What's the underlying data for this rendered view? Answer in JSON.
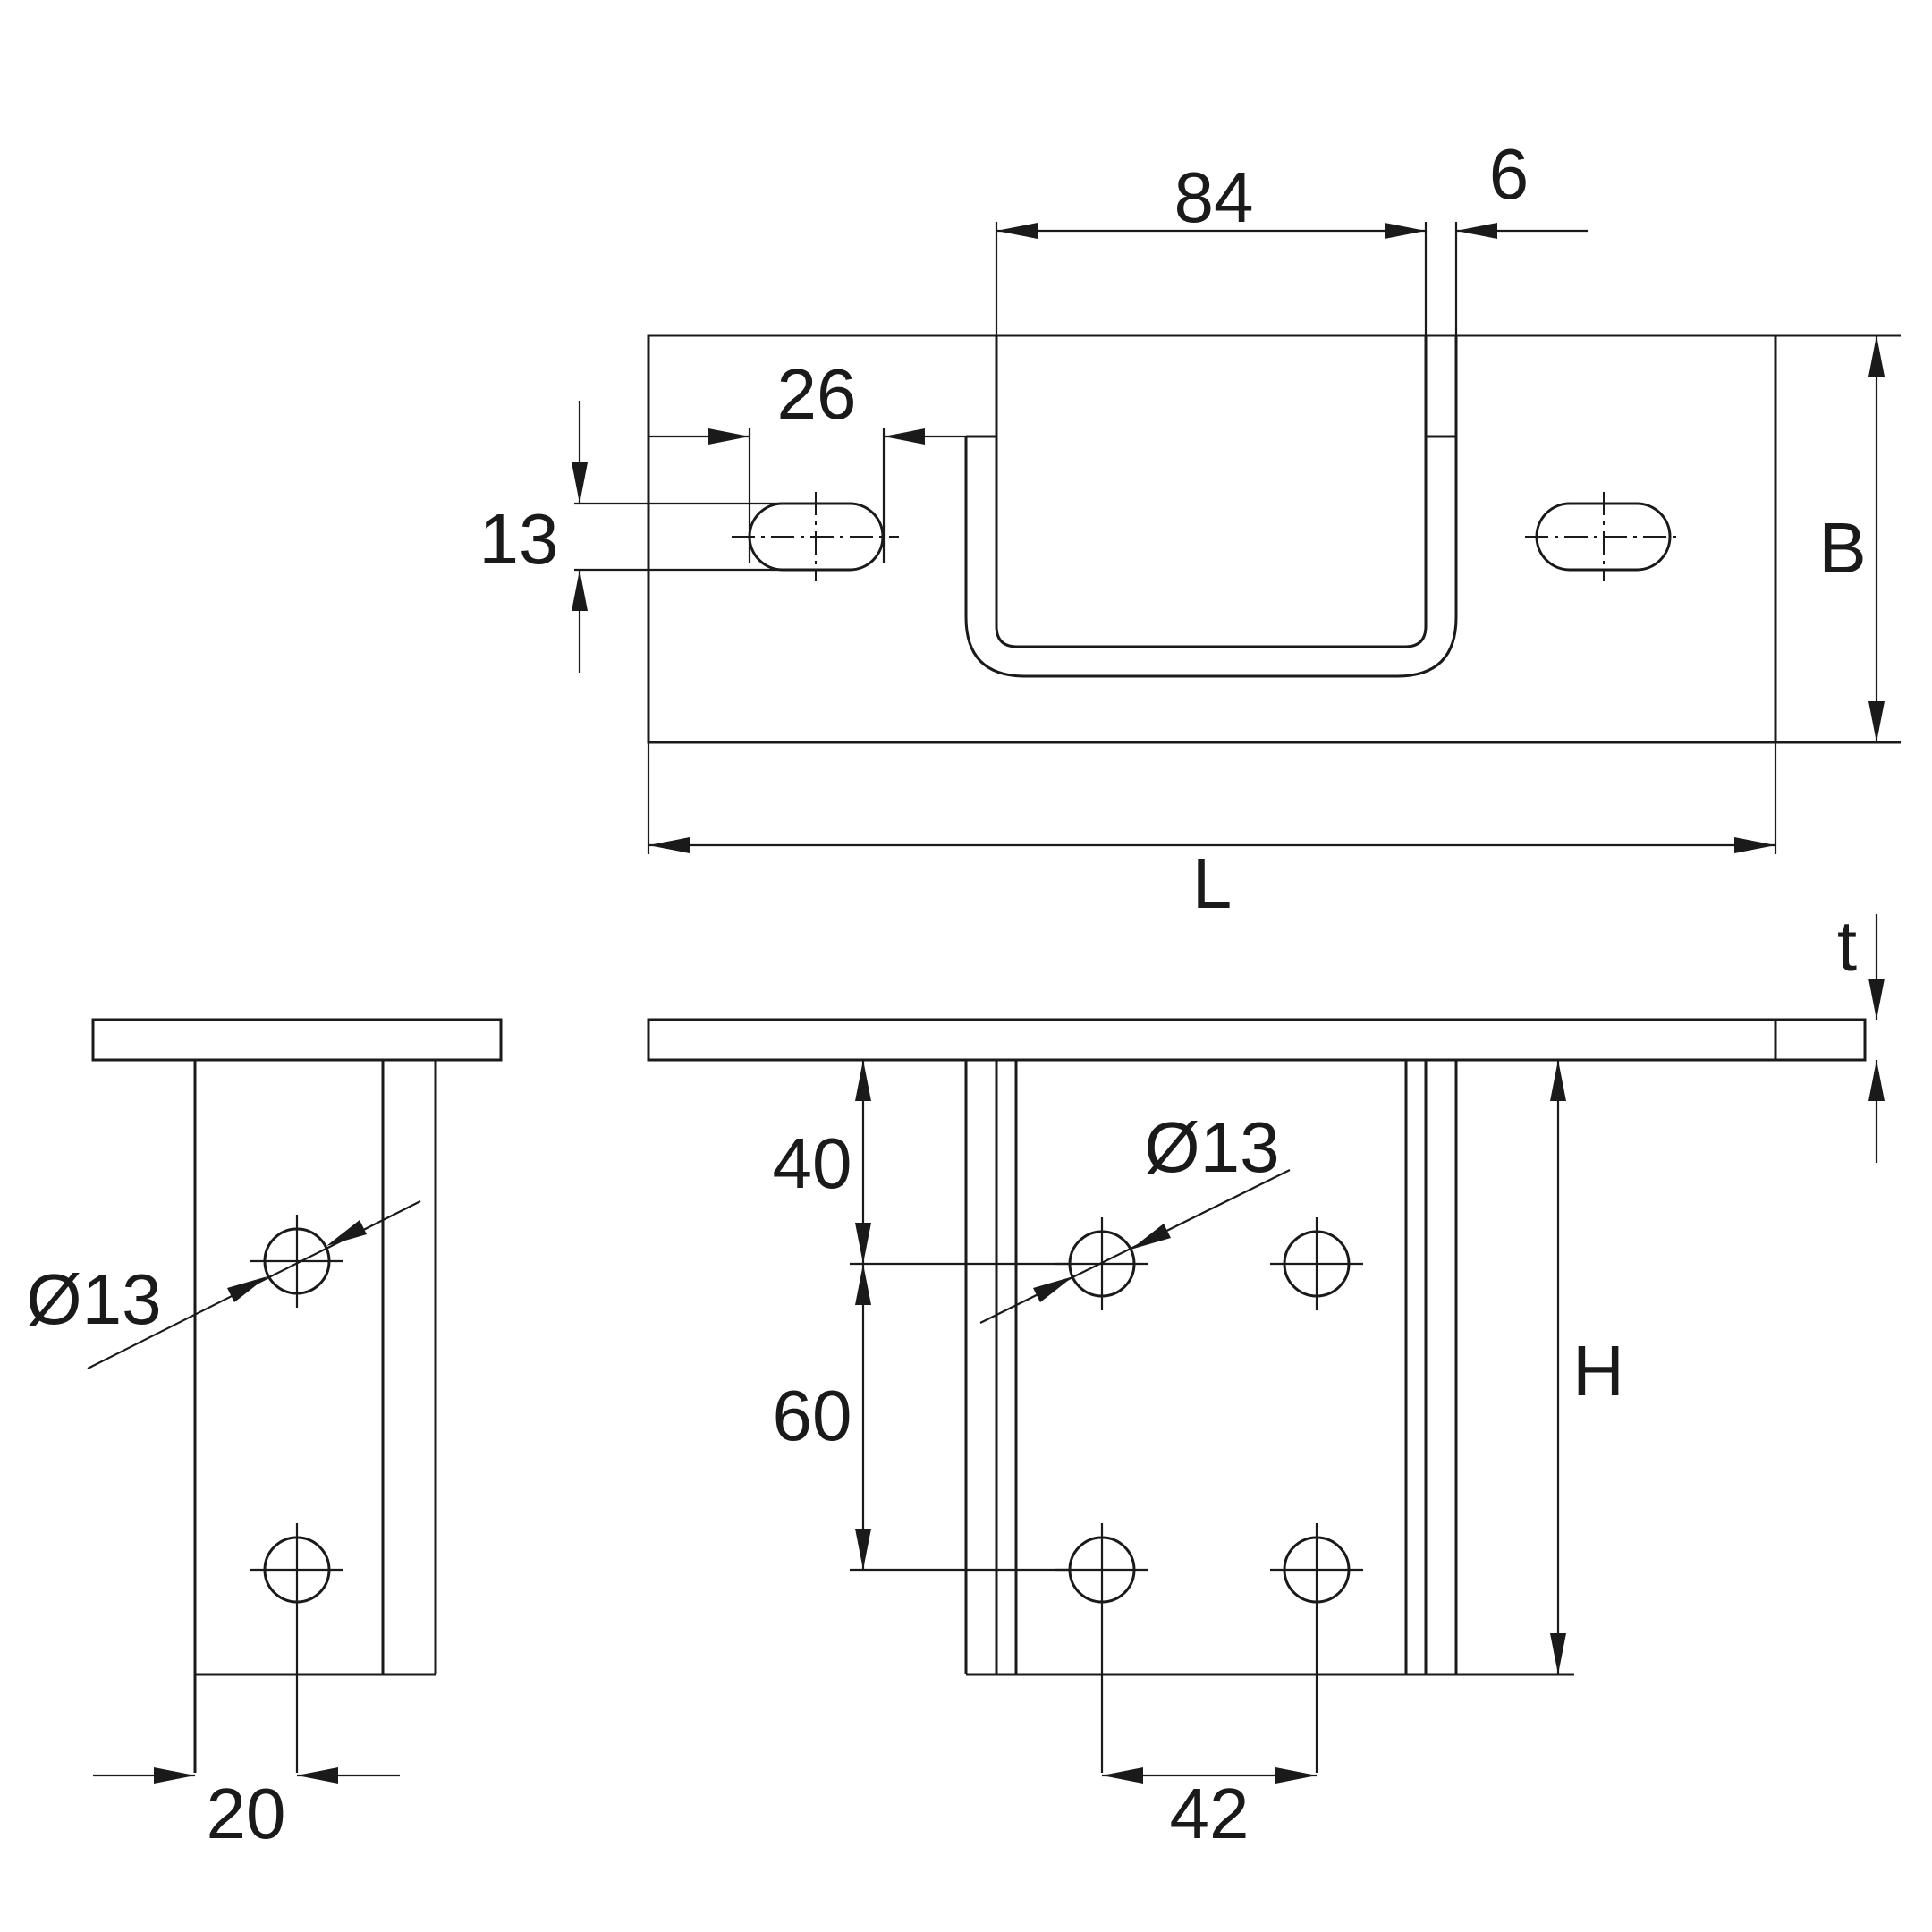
{
  "labels": {
    "dim_84": "84",
    "dim_6": "6",
    "dim_26": "26",
    "dim_13_slot": "13",
    "dim_B": "B",
    "dim_L": "L",
    "dim_t": "t",
    "dim_40": "40",
    "dim_60": "60",
    "dim_H": "H",
    "dim_42": "42",
    "dim_20": "20",
    "dia_front": "Ø13",
    "dia_side": "Ø13"
  }
}
